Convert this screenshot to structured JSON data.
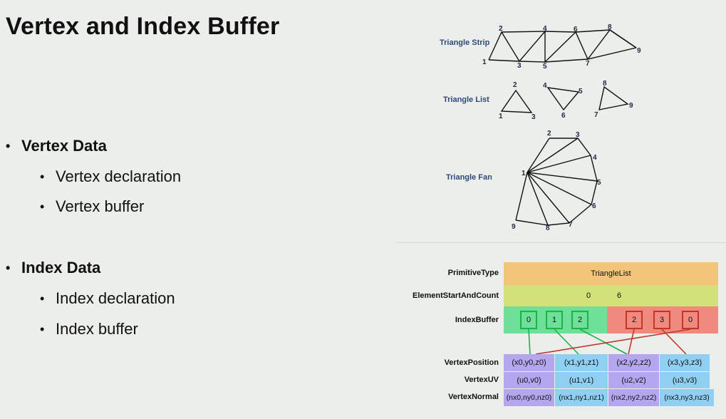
{
  "slide": {
    "title": "Vertex and Index Buffer",
    "bullets": [
      {
        "label": "Vertex Data",
        "children": [
          "Vertex declaration",
          "Vertex buffer"
        ]
      },
      {
        "label": "Index Data",
        "children": [
          "Index declaration",
          "Index buffer"
        ]
      }
    ]
  },
  "diagrams": {
    "strip": {
      "label": "Triangle Strip",
      "vertices": [
        "1",
        "2",
        "3",
        "4",
        "5",
        "6",
        "7",
        "8",
        "9"
      ]
    },
    "list": {
      "label": "Triangle List",
      "vertices": [
        "1",
        "2",
        "3",
        "4",
        "5",
        "6",
        "7",
        "8",
        "9"
      ]
    },
    "fan": {
      "label": "Triangle Fan",
      "vertices": [
        "1",
        "2",
        "3",
        "4",
        "5",
        "6",
        "7",
        "8",
        "9"
      ]
    }
  },
  "buffer_table": {
    "primitive_type": {
      "label": "PrimitiveType",
      "value": "TriangleList"
    },
    "element_start_count": {
      "label": "ElementStartAndCount",
      "start": "0",
      "count": "6"
    },
    "index_buffer": {
      "label": "IndexBuffer",
      "green": [
        "0",
        "1",
        "2"
      ],
      "red": [
        "2",
        "3",
        "0"
      ]
    },
    "vertex_position": {
      "label": "VertexPosition",
      "cells": [
        "(x0,y0,z0)",
        "(x1,y1,z1)",
        "(x2,y2,z2)",
        "(x3,y3,z3)"
      ]
    },
    "vertex_uv": {
      "label": "VertexUV",
      "cells": [
        "(u0,v0)",
        "(u1,v1)",
        "(u2,v2)",
        "(u3,v3)"
      ]
    },
    "vertex_normal": {
      "label": "VertexNormal",
      "cells": [
        "(nx0,ny0,nz0)",
        "(nx1,ny1,nz1)",
        "(nx2,ny2,nz2)",
        "(nx3,ny3,nz3)"
      ]
    }
  },
  "colors": {
    "orange": "#f2c57a",
    "yellowgreen": "#d4e07a",
    "green": "#6fe09a",
    "red": "#f08a7e",
    "purple": "#b6a6f0",
    "blue": "#8fd0f2"
  }
}
